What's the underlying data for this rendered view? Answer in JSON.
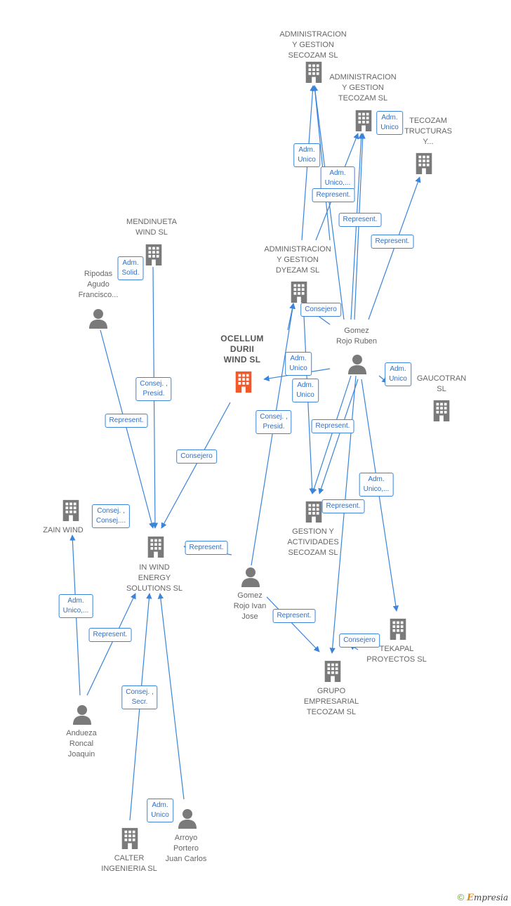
{
  "colors": {
    "edge": "#3a84d9",
    "building": "#7a7a7a",
    "building_center": "#f2592a",
    "person": "#7a7a7a"
  },
  "nodes": [
    {
      "id": "admin-secozam",
      "type": "company",
      "label": [
        "ADMINISTRACION",
        "Y GESTION",
        "SECOZAM SL"
      ]
    },
    {
      "id": "admin-tecozam",
      "type": "company",
      "label": [
        "ADMINISTRACION",
        "Y GESTION",
        "TECOZAM SL"
      ]
    },
    {
      "id": "tecozam-estructuras",
      "type": "company",
      "label": [
        "TECOZAM",
        "TRUCTURAS",
        "Y..."
      ]
    },
    {
      "id": "mendinueta",
      "type": "company",
      "label": [
        "MENDINUETA",
        "WIND  SL"
      ]
    },
    {
      "id": "admin-dyezam",
      "type": "company",
      "label": [
        "ADMINISTRACION",
        "Y GESTION",
        "DYEZAM SL"
      ]
    },
    {
      "id": "ocellum",
      "type": "company-center",
      "label": [
        "OCELLUM",
        "DURII",
        "WIND  SL"
      ]
    },
    {
      "id": "gaucotran",
      "type": "company",
      "label": [
        "GAUCOTRAN",
        "SL"
      ]
    },
    {
      "id": "zain-wind",
      "type": "company",
      "label": [
        "ZAIN WIND"
      ]
    },
    {
      "id": "in-wind",
      "type": "company",
      "label": [
        "IN WIND",
        "ENERGY",
        "SOLUTIONS  SL"
      ]
    },
    {
      "id": "gestion-secozam",
      "type": "company",
      "label": [
        "GESTION Y",
        "ACTIVIDADES",
        "SECOZAM SL"
      ]
    },
    {
      "id": "tekapal",
      "type": "company",
      "label": [
        "TEKAPAL",
        "PROYECTOS SL"
      ]
    },
    {
      "id": "grupo-tecozam",
      "type": "company",
      "label": [
        "GRUPO",
        "EMPRESARIAL",
        "TECOZAM  SL"
      ]
    },
    {
      "id": "calter",
      "type": "company",
      "label": [
        "CALTER",
        "INGENIERIA SL"
      ]
    },
    {
      "id": "ripodas",
      "type": "person",
      "label": [
        "Ripodas",
        "Agudo",
        "Francisco..."
      ]
    },
    {
      "id": "gomez-ruben",
      "type": "person",
      "label": [
        "Gomez",
        "Rojo Ruben"
      ]
    },
    {
      "id": "gomez-ivan",
      "type": "person",
      "label": [
        "Gomez",
        "Rojo Ivan",
        "Jose"
      ]
    },
    {
      "id": "andueza",
      "type": "person",
      "label": [
        "Andueza",
        "Roncal",
        "Joaquin"
      ]
    },
    {
      "id": "arroyo",
      "type": "person",
      "label": [
        "Arroyo",
        "Portero",
        "Juan Carlos"
      ]
    }
  ],
  "relations": [
    {
      "id": "r1",
      "label": [
        "Adm.",
        "Unico"
      ]
    },
    {
      "id": "r2",
      "label": [
        "Adm.",
        "Unico"
      ]
    },
    {
      "id": "r3",
      "label": [
        "Adm.",
        "Unico,..."
      ]
    },
    {
      "id": "r4",
      "label": [
        "Represent."
      ]
    },
    {
      "id": "r5",
      "label": [
        "Represent."
      ]
    },
    {
      "id": "r6",
      "label": [
        "Represent."
      ]
    },
    {
      "id": "r7",
      "label": [
        "Adm.",
        "Solid."
      ]
    },
    {
      "id": "r8",
      "label": [
        "Consejero"
      ]
    },
    {
      "id": "r9",
      "label": [
        "Adm.",
        "Unico"
      ]
    },
    {
      "id": "r10",
      "label": [
        "Adm.",
        "Unico"
      ]
    },
    {
      "id": "r11",
      "label": [
        "Adm.",
        "Unico"
      ]
    },
    {
      "id": "r12",
      "label": [
        "Consej. ,",
        "Presid."
      ]
    },
    {
      "id": "r13",
      "label": [
        "Consej. ,",
        "Presid."
      ]
    },
    {
      "id": "r14",
      "label": [
        "Represent."
      ]
    },
    {
      "id": "r15",
      "label": [
        "Represent."
      ]
    },
    {
      "id": "r16",
      "label": [
        "Consejero"
      ]
    },
    {
      "id": "r17",
      "label": [
        "Adm.",
        "Unico,..."
      ]
    },
    {
      "id": "r18",
      "label": [
        "Consej. ,",
        "Consej...."
      ]
    },
    {
      "id": "r19",
      "label": [
        "Represent."
      ]
    },
    {
      "id": "r20",
      "label": [
        "Represent."
      ]
    },
    {
      "id": "r21",
      "label": [
        "Adm.",
        "Unico,..."
      ]
    },
    {
      "id": "r22",
      "label": [
        "Represent."
      ]
    },
    {
      "id": "r23",
      "label": [
        "Represent."
      ]
    },
    {
      "id": "r24",
      "label": [
        "Consejero"
      ]
    },
    {
      "id": "r25",
      "label": [
        "Consej. ,",
        "Secr."
      ]
    },
    {
      "id": "r26",
      "label": [
        "Adm.",
        "Unico"
      ]
    }
  ],
  "brand": {
    "copyright": "©",
    "initial": "E",
    "rest": "mpresia"
  }
}
